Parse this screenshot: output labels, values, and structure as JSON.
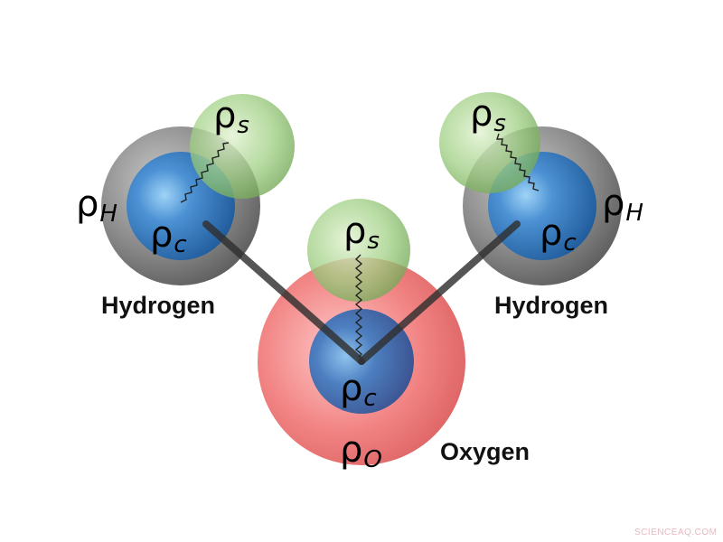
{
  "diagram": {
    "subject": "water molecule charge density model",
    "colors": {
      "hydrogen_shell": "#8a8a8a",
      "core": "#3f7fc6",
      "shell_density": "#8fc27a",
      "oxygen_shell": "#f07a7a",
      "bond": "#333333"
    },
    "left_hydrogen": {
      "name": "Hydrogen",
      "shell_label": {
        "symbol": "ρ",
        "sub": "H"
      },
      "core_label": {
        "symbol": "ρ",
        "sub": "c"
      },
      "s_label": {
        "symbol": "ρ",
        "sub": "s"
      }
    },
    "right_hydrogen": {
      "name": "Hydrogen",
      "shell_label": {
        "symbol": "ρ",
        "sub": "H"
      },
      "core_label": {
        "symbol": "ρ",
        "sub": "c"
      },
      "s_label": {
        "symbol": "ρ",
        "sub": "s"
      }
    },
    "oxygen": {
      "name": "Oxygen",
      "shell_label": {
        "symbol": "ρ",
        "sub": "O"
      },
      "core_label": {
        "symbol": "ρ",
        "sub": "c"
      },
      "s_label": {
        "symbol": "ρ",
        "sub": "s"
      }
    }
  },
  "watermark": "SCIENCEAQ.COM"
}
